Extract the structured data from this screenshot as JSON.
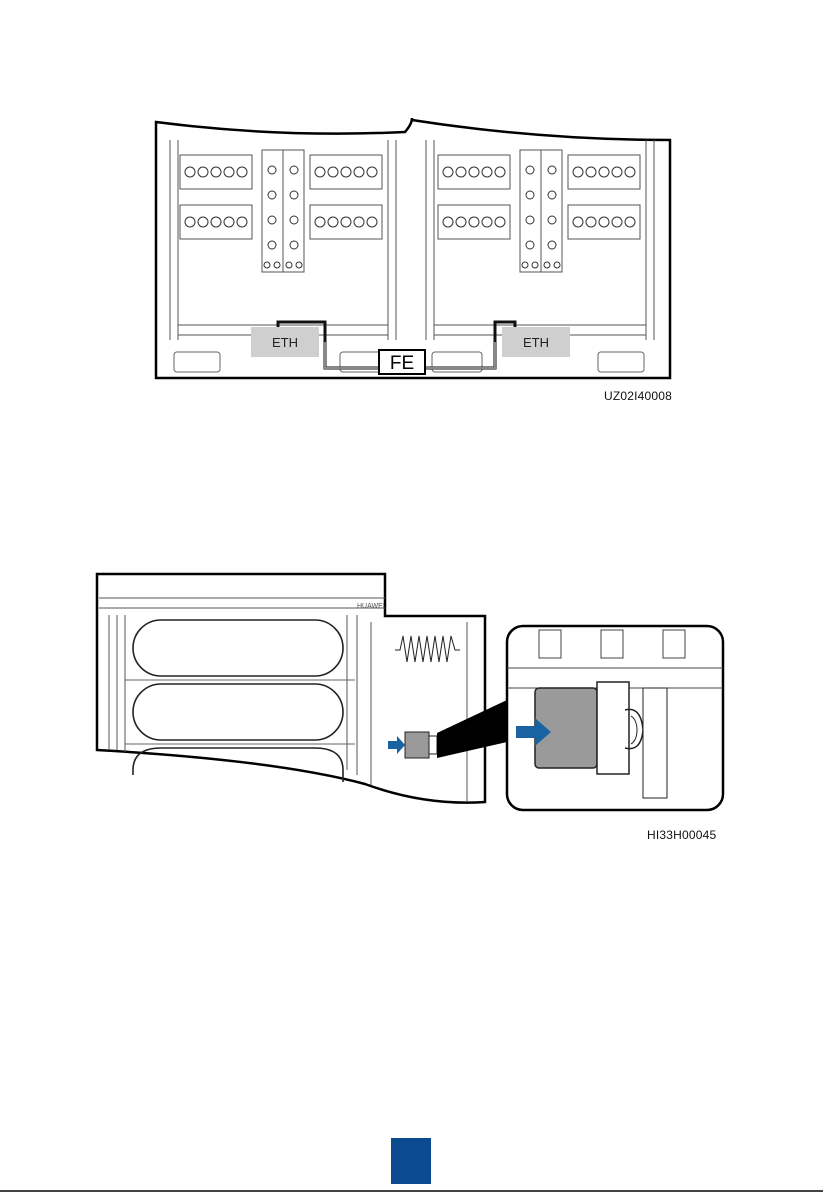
{
  "figure1": {
    "caption": "UZ02I40008",
    "labels": {
      "eth_left": "ETH",
      "eth_right": "ETH",
      "fe": "FE"
    }
  },
  "figure2": {
    "caption": "HI33H00045",
    "logo_text": "HUAWEI"
  },
  "colors": {
    "label_box": "#cfcfcf",
    "arrow": "#1a63a3",
    "page_marker": "#0b4a8f",
    "connector_fill": "#9a9a9a"
  },
  "page_marker_icon": "page-number-block"
}
